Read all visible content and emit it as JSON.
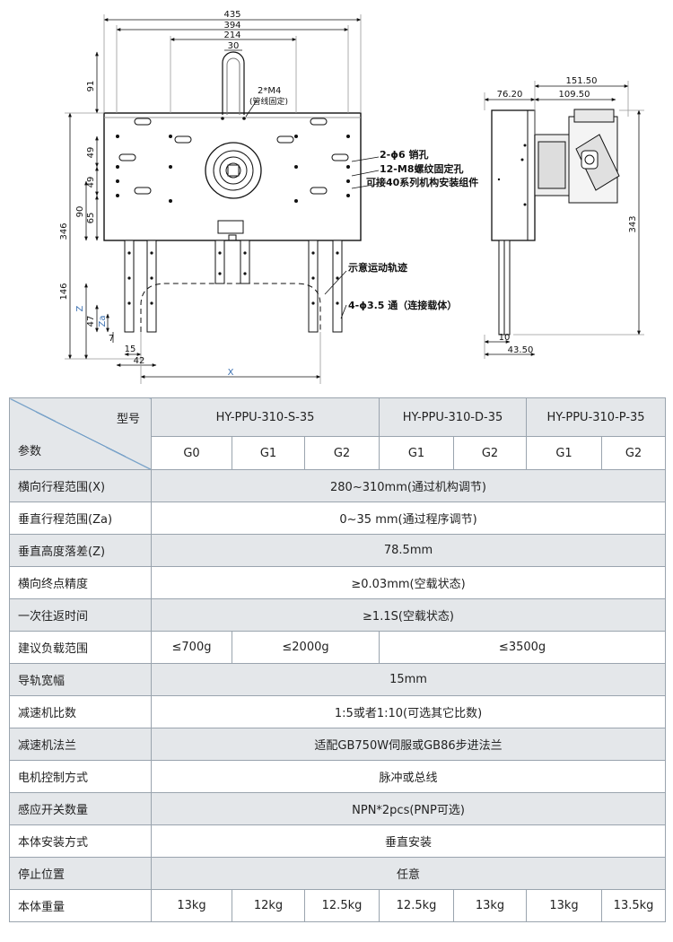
{
  "drawing": {
    "dims_top": [
      "435",
      "394",
      "214",
      "30"
    ],
    "left_dims": [
      "91",
      "49",
      "49",
      "90",
      "65",
      "346",
      "146",
      "47",
      "Z",
      "Za",
      "7"
    ],
    "bottom_dims": [
      "15",
      "42",
      "X"
    ],
    "annot_m4": "2*M4",
    "annot_m4_note": "(管线固定)",
    "annot_pin": "2-ϕ6 销孔",
    "annot_thread": "12-M8螺纹固定孔",
    "annot_mount": "可接40系列机构安装组件",
    "annot_track": "示意运动轨迹",
    "annot_hole": "4-ϕ3.5 通（连接载体）",
    "side_dims": [
      "151.50",
      "76.20",
      "109.50",
      "343",
      "10",
      "43.50"
    ]
  },
  "table": {
    "corner_top": "型号",
    "corner_bottom": "参数",
    "models": [
      "HY-PPU-310-S-35",
      "HY-PPU-310-D-35",
      "HY-PPU-310-P-35"
    ],
    "grades": [
      "G0",
      "G1",
      "G2",
      "G1",
      "G2",
      "G1",
      "G2"
    ],
    "rows": [
      {
        "label": "横向行程范围(X)",
        "value": "280~310mm(通过机构调节)"
      },
      {
        "label": "垂直行程范围(Za)",
        "value": "0~35 mm(通过程序调节)"
      },
      {
        "label": "垂直高度落差(Z)",
        "value": "78.5mm"
      },
      {
        "label": "横向终点精度",
        "value": "≥0.03mm(空载状态)"
      },
      {
        "label": "一次往返时间",
        "value": "≥1.1S(空载状态)"
      }
    ],
    "load_label": "建议负载范围",
    "load_values": [
      "≤700g",
      "≤2000g",
      "≤3500g"
    ],
    "rows2": [
      {
        "label": "导轨宽幅",
        "value": "15mm"
      },
      {
        "label": "减速机比数",
        "value": "1:5或者1:10(可选其它比数)"
      },
      {
        "label": "减速机法兰",
        "value": "适配GB750W伺服或GB86步进法兰"
      },
      {
        "label": "电机控制方式",
        "value": "脉冲或总线"
      },
      {
        "label": "感应开关数量",
        "value": "NPN*2pcs(PNP可选)"
      },
      {
        "label": "本体安装方式",
        "value": "垂直安装"
      },
      {
        "label": "停止位置",
        "value": "任意"
      }
    ],
    "weight_label": "本体重量",
    "weights": [
      "13kg",
      "12kg",
      "12.5kg",
      "12.5kg",
      "13kg",
      "13kg",
      "13.5kg"
    ]
  }
}
